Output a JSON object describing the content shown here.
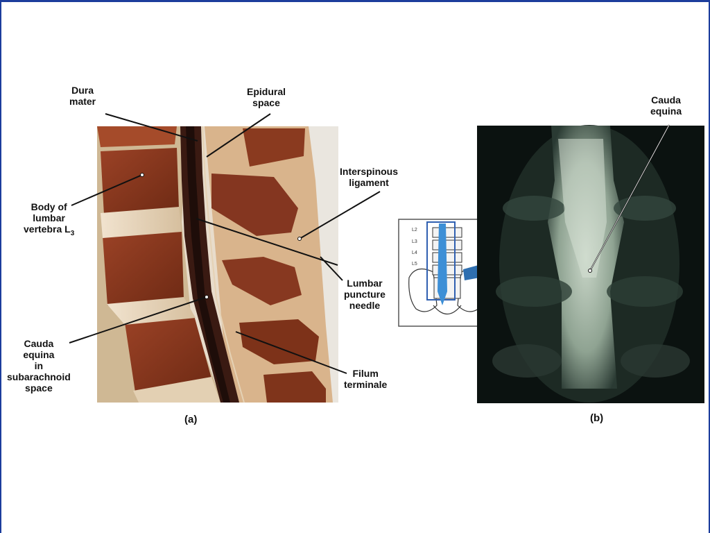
{
  "panel_a": {
    "caption": "(a)",
    "labels": {
      "dura_mater": [
        "Dura",
        "mater"
      ],
      "epidural_space": [
        "Epidural",
        "space"
      ],
      "interspinous_ligament": [
        "Interspinous",
        "ligament"
      ],
      "body_of_vertebra": [
        "Body of",
        "lumbar",
        "vertebra L"
      ],
      "body_of_vertebra_subscript": "3",
      "lumbar_puncture_needle": [
        "Lumbar",
        "puncture",
        "needle"
      ],
      "cauda_equina_subarachnoid": [
        "Cauda",
        "equina",
        "in",
        "subarachnoid",
        "space"
      ],
      "filum_terminale": [
        "Filum",
        "terminale"
      ]
    }
  },
  "panel_b": {
    "caption": "(b)",
    "labels": {
      "cauda_equina": [
        "Cauda",
        "equina"
      ]
    },
    "inset_vertebra_labels": [
      "L2",
      "L3",
      "L4",
      "L5"
    ]
  },
  "colors": {
    "frame": "#1c3d9c",
    "arrow": "#2f6fb0",
    "spinal_highlight": "#3d8fd6",
    "tissue_bone": "#8c3a22",
    "xray_background": "#0b1210"
  }
}
